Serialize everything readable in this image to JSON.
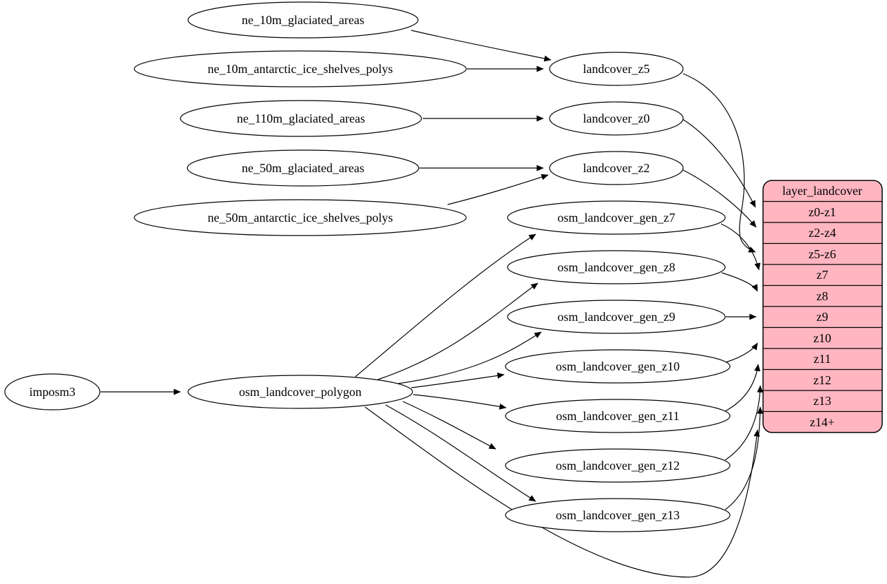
{
  "colors": {
    "record_fill": "#ffb6c1",
    "node_fill": "#ffffff",
    "stroke": "#000000",
    "background": "#ffffff"
  },
  "nodes": {
    "imposm3": "imposm3",
    "osm_landcover_polygon": "osm_landcover_polygon",
    "ne_10m_glaciated_areas": "ne_10m_glaciated_areas",
    "ne_10m_antarctic_ice_shelves_polys": "ne_10m_antarctic_ice_shelves_polys",
    "ne_110m_glaciated_areas": "ne_110m_glaciated_areas",
    "ne_50m_glaciated_areas": "ne_50m_glaciated_areas",
    "ne_50m_antarctic_ice_shelves_polys": "ne_50m_antarctic_ice_shelves_polys",
    "landcover_z5": "landcover_z5",
    "landcover_z0": "landcover_z0",
    "landcover_z2": "landcover_z2",
    "osm_landcover_gen_z7": "osm_landcover_gen_z7",
    "osm_landcover_gen_z8": "osm_landcover_gen_z8",
    "osm_landcover_gen_z9": "osm_landcover_gen_z9",
    "osm_landcover_gen_z10": "osm_landcover_gen_z10",
    "osm_landcover_gen_z11": "osm_landcover_gen_z11",
    "osm_landcover_gen_z12": "osm_landcover_gen_z12",
    "osm_landcover_gen_z13": "osm_landcover_gen_z13"
  },
  "record": {
    "title": "layer_landcover",
    "rows": [
      "z0-z1",
      "z2-z4",
      "z5-z6",
      "z7",
      "z8",
      "z9",
      "z10",
      "z11",
      "z12",
      "z13",
      "z14+"
    ]
  },
  "edges": [
    {
      "from": "ne_10m_glaciated_areas",
      "to": "landcover_z5"
    },
    {
      "from": "ne_10m_antarctic_ice_shelves_polys",
      "to": "landcover_z5"
    },
    {
      "from": "ne_110m_glaciated_areas",
      "to": "landcover_z0"
    },
    {
      "from": "ne_50m_glaciated_areas",
      "to": "landcover_z2"
    },
    {
      "from": "ne_50m_antarctic_ice_shelves_polys",
      "to": "landcover_z2"
    },
    {
      "from": "landcover_z0",
      "to": "layer_landcover:z0-z1"
    },
    {
      "from": "landcover_z2",
      "to": "layer_landcover:z2-z4"
    },
    {
      "from": "landcover_z5",
      "to": "layer_landcover:z5-z6"
    },
    {
      "from": "imposm3",
      "to": "osm_landcover_polygon"
    },
    {
      "from": "osm_landcover_polygon",
      "to": "osm_landcover_gen_z7"
    },
    {
      "from": "osm_landcover_polygon",
      "to": "osm_landcover_gen_z8"
    },
    {
      "from": "osm_landcover_polygon",
      "to": "osm_landcover_gen_z9"
    },
    {
      "from": "osm_landcover_polygon",
      "to": "osm_landcover_gen_z10"
    },
    {
      "from": "osm_landcover_polygon",
      "to": "osm_landcover_gen_z11"
    },
    {
      "from": "osm_landcover_polygon",
      "to": "osm_landcover_gen_z12"
    },
    {
      "from": "osm_landcover_polygon",
      "to": "osm_landcover_gen_z13"
    },
    {
      "from": "osm_landcover_polygon",
      "to": "layer_landcover:z14+"
    },
    {
      "from": "osm_landcover_gen_z7",
      "to": "layer_landcover:z7"
    },
    {
      "from": "osm_landcover_gen_z8",
      "to": "layer_landcover:z8"
    },
    {
      "from": "osm_landcover_gen_z9",
      "to": "layer_landcover:z9"
    },
    {
      "from": "osm_landcover_gen_z10",
      "to": "layer_landcover:z10"
    },
    {
      "from": "osm_landcover_gen_z11",
      "to": "layer_landcover:z11"
    },
    {
      "from": "osm_landcover_gen_z12",
      "to": "layer_landcover:z12"
    },
    {
      "from": "osm_landcover_gen_z13",
      "to": "layer_landcover:z13"
    }
  ]
}
